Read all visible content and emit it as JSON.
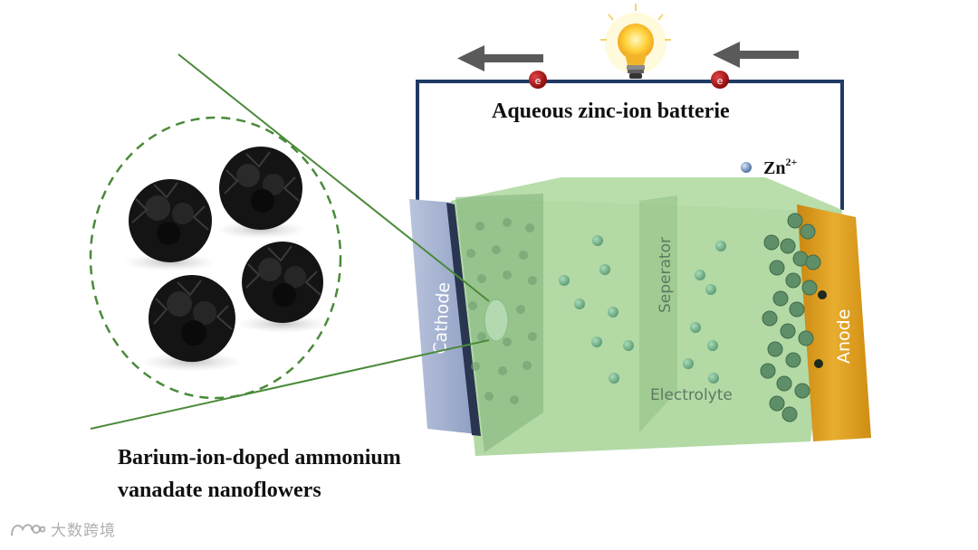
{
  "title": "Aqueous zinc-ion batterie",
  "ion_label": {
    "main": "Zn",
    "superscript": "2+"
  },
  "electron_symbol": "e",
  "cell": {
    "cathode_label": "Cathode",
    "anode_label": "Anode",
    "separator_label": "Seperator",
    "electrolyte_label": "Electrolyte"
  },
  "material_caption": {
    "line1": "Barium-ion-doped ammonium",
    "line2": "vanadate nanoflowers"
  },
  "watermark": "大数跨境",
  "colors": {
    "wire": "#1f3a63",
    "arrow": "#5a5a5a",
    "electron": "#b01818",
    "cathode": "#9aa8c9",
    "anode": "#e0a028",
    "electrolyte": "#a9d49a",
    "ion": "#7fbf94",
    "zoom_circle": "#4a8a3a",
    "nanoflower": "#141414"
  }
}
